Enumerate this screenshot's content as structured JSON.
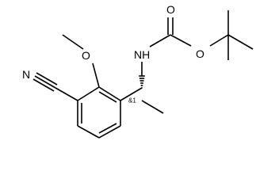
{
  "molecule": {
    "atoms": {
      "carbonyl_o": "O",
      "ester_o": "O",
      "methoxy_o": "O",
      "nh": "NH",
      "nitrile_n": "N"
    },
    "stereo_label": "&1"
  }
}
